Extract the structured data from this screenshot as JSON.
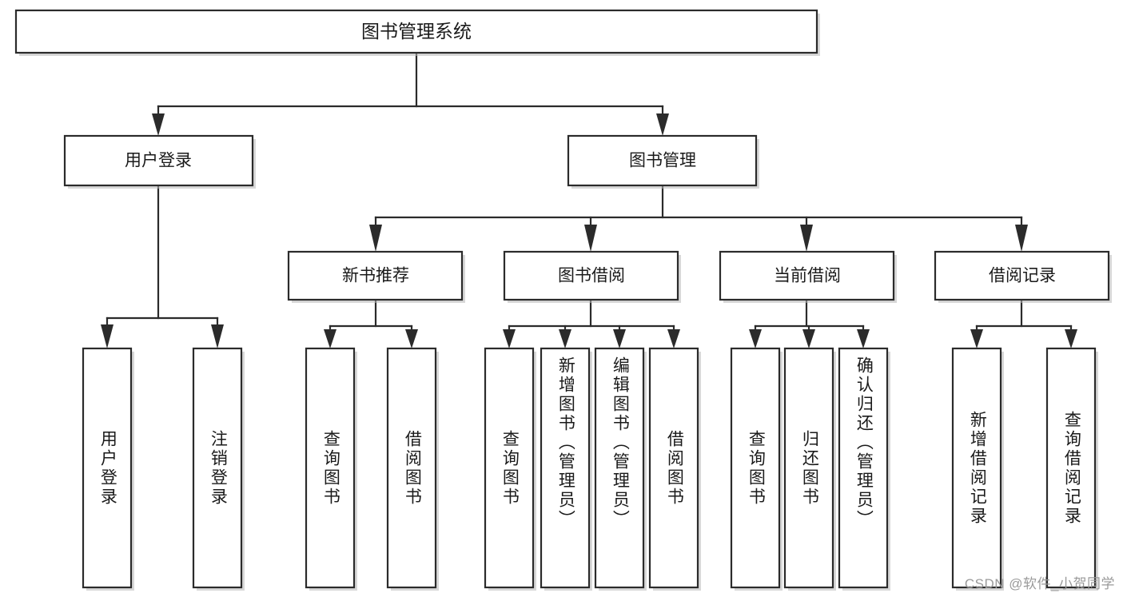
{
  "diagram": {
    "type": "tree",
    "title": "图书管理系统",
    "root": {
      "label": "图书管理系统"
    },
    "level2": [
      {
        "label": "用户登录"
      },
      {
        "label": "图书管理"
      }
    ],
    "level3": [
      {
        "label": "新书推荐"
      },
      {
        "label": "图书借阅"
      },
      {
        "label": "当前借阅"
      },
      {
        "label": "借阅记录"
      }
    ],
    "leaves": {
      "user_login": [
        {
          "label": "用户登录"
        },
        {
          "label": "注销登录"
        }
      ],
      "new_book_recommend": [
        {
          "label": "查询图书"
        },
        {
          "label": "借阅图书"
        }
      ],
      "book_borrow": [
        {
          "label": "查询图书"
        },
        {
          "label": "新增图书（管理员）"
        },
        {
          "label": "编辑图书（管理员）"
        },
        {
          "label": "借阅图书"
        }
      ],
      "current_borrow": [
        {
          "label": "查询图书"
        },
        {
          "label": "归还图书"
        },
        {
          "label": "确认归还（管理员）"
        }
      ],
      "borrow_record": [
        {
          "label": "新增借阅记录"
        },
        {
          "label": "查询借阅记录"
        }
      ]
    }
  },
  "watermark": {
    "text": "CSDN @软件_小贺同学"
  },
  "colors": {
    "stroke": "#2b2b2b",
    "fill": "#ffffff",
    "text": "#1a1a1a",
    "watermark": "#9a9a9a",
    "background": "#ffffff"
  }
}
